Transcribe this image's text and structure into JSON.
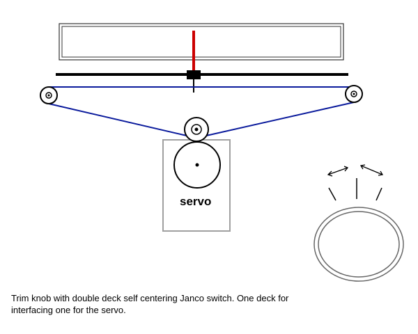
{
  "diagram": {
    "servo_label": "servo",
    "caption_line_1": "Trim knob with double deck self centering Janco switch. One deck for",
    "caption_line_2": "interfacing one for the servo."
  },
  "colors": {
    "background": "#ffffff",
    "beam": "#000000",
    "trim_tab": "#cc0000",
    "cable": "#0a1a9c",
    "servo_box": "#a0a0a0",
    "panel_border": "#333333",
    "knob_ring": "#666666"
  },
  "icons": {
    "knob_direction_left": "double-arrow-icon",
    "knob_direction_right": "double-arrow-icon"
  }
}
